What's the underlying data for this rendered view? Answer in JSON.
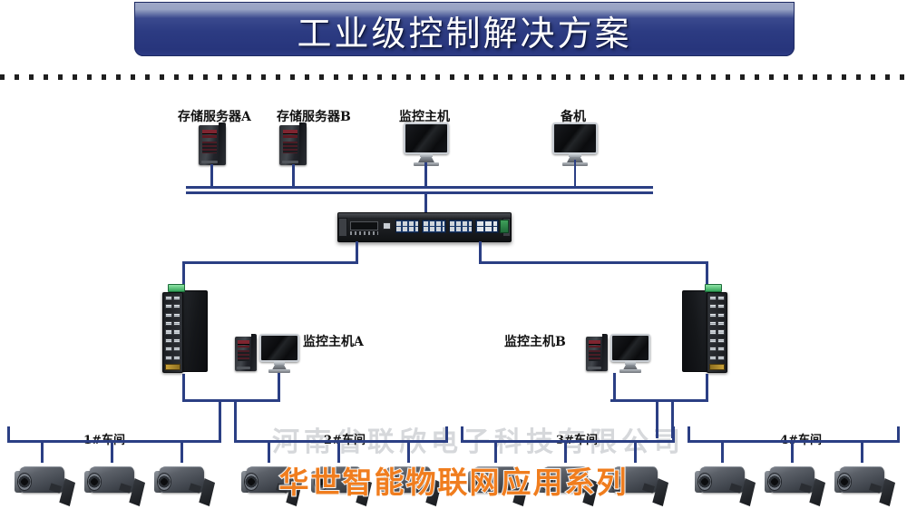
{
  "page": {
    "title_banner": "工业级控制解决方案",
    "watermark_gray": "河南省联欣电子科技有限公司",
    "watermark_orange": "华世智能物联网应用系列",
    "accent_color": "#2b3f84",
    "banner_color_top": "#9fa9c8",
    "banner_color_bottom": "#27357c",
    "orange_color": "#f07d1e",
    "terminal_green": "#35a45a"
  },
  "tier_servers": {
    "items": [
      {
        "label": "存储服务器A",
        "icon": "tower-server-icon",
        "type": "tower"
      },
      {
        "label": "存储服务器B",
        "icon": "tower-server-icon",
        "type": "tower"
      },
      {
        "label": "监控主机",
        "icon": "monitor-icon",
        "type": "monitor"
      },
      {
        "label": "备机",
        "icon": "monitor-icon",
        "type": "monitor"
      }
    ]
  },
  "core": {
    "icon": "rack-switch-icon",
    "port_groups": [
      "sfp-group-1",
      "sfp-group-2",
      "sfp-group-3",
      "rj45-group"
    ],
    "terminal_block": "green-terminal-icon"
  },
  "access_switches": [
    {
      "icon": "industrial-din-switch-icon",
      "side": "left",
      "ports": 16
    },
    {
      "icon": "industrial-din-switch-icon",
      "side": "right",
      "ports": 16
    }
  ],
  "workstations": [
    {
      "label": "监控主机A",
      "icons": [
        "tower-pc-icon",
        "monitor-icon"
      ],
      "label_side": "right"
    },
    {
      "label": "监控主机B",
      "icons": [
        "tower-pc-icon",
        "monitor-icon"
      ],
      "label_side": "left"
    }
  ],
  "workshops": [
    {
      "label": "1#车间",
      "camera_count": 3
    },
    {
      "label": "2#车间",
      "camera_count": 3
    },
    {
      "label": "3#车间",
      "camera_count": 3
    },
    {
      "label": "4#车间",
      "camera_count": 3
    }
  ],
  "camera": {
    "icon": "bullet-camera-icon",
    "count_total": 12
  }
}
